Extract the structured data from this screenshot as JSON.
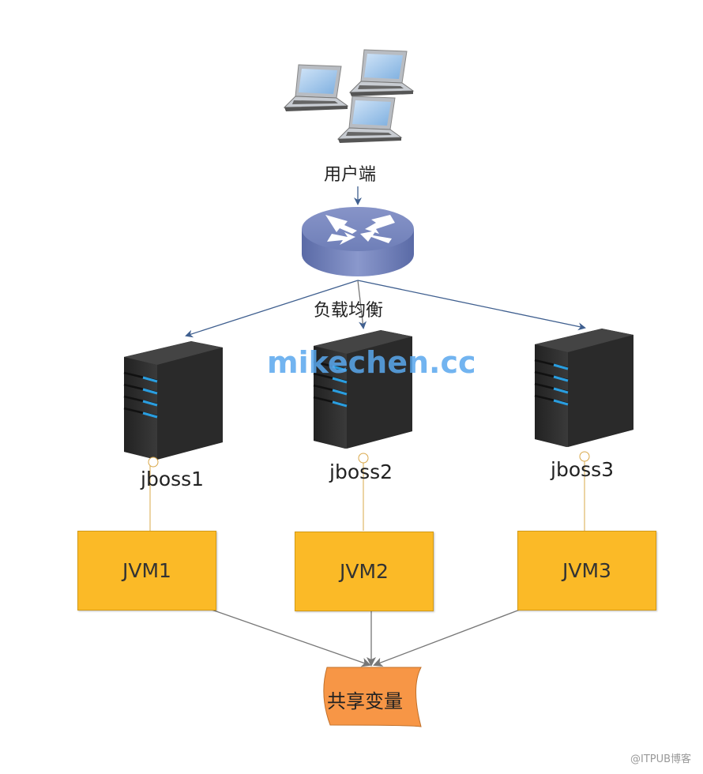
{
  "diagram": {
    "clients": {
      "label": "用户端",
      "icon": "laptops-icon"
    },
    "load_balancer": {
      "label": "负载均衡",
      "icon": "router-icon"
    },
    "servers": [
      {
        "label": "jboss1",
        "icon": "server-tower-icon"
      },
      {
        "label": "jboss2",
        "icon": "server-tower-icon"
      },
      {
        "label": "jboss3",
        "icon": "server-tower-icon"
      }
    ],
    "jvms": [
      {
        "label": "JVM1"
      },
      {
        "label": "JVM2"
      },
      {
        "label": "JVM3"
      }
    ],
    "shared": {
      "label": "共享变量"
    },
    "watermark": "mikechen.cc",
    "credit": "@ITPUB博客",
    "colors": {
      "jvm_fill": "#fbba27",
      "shared_fill": "#f79646",
      "router_fill": "#6f7fb8",
      "server_body": "#2e2e2e",
      "server_led": "#2a9ee0",
      "arrow_blue": "#3f5f8f",
      "arrow_gray": "#777777",
      "connector": "#d9a84a",
      "watermark": "#5aa8ee"
    }
  }
}
